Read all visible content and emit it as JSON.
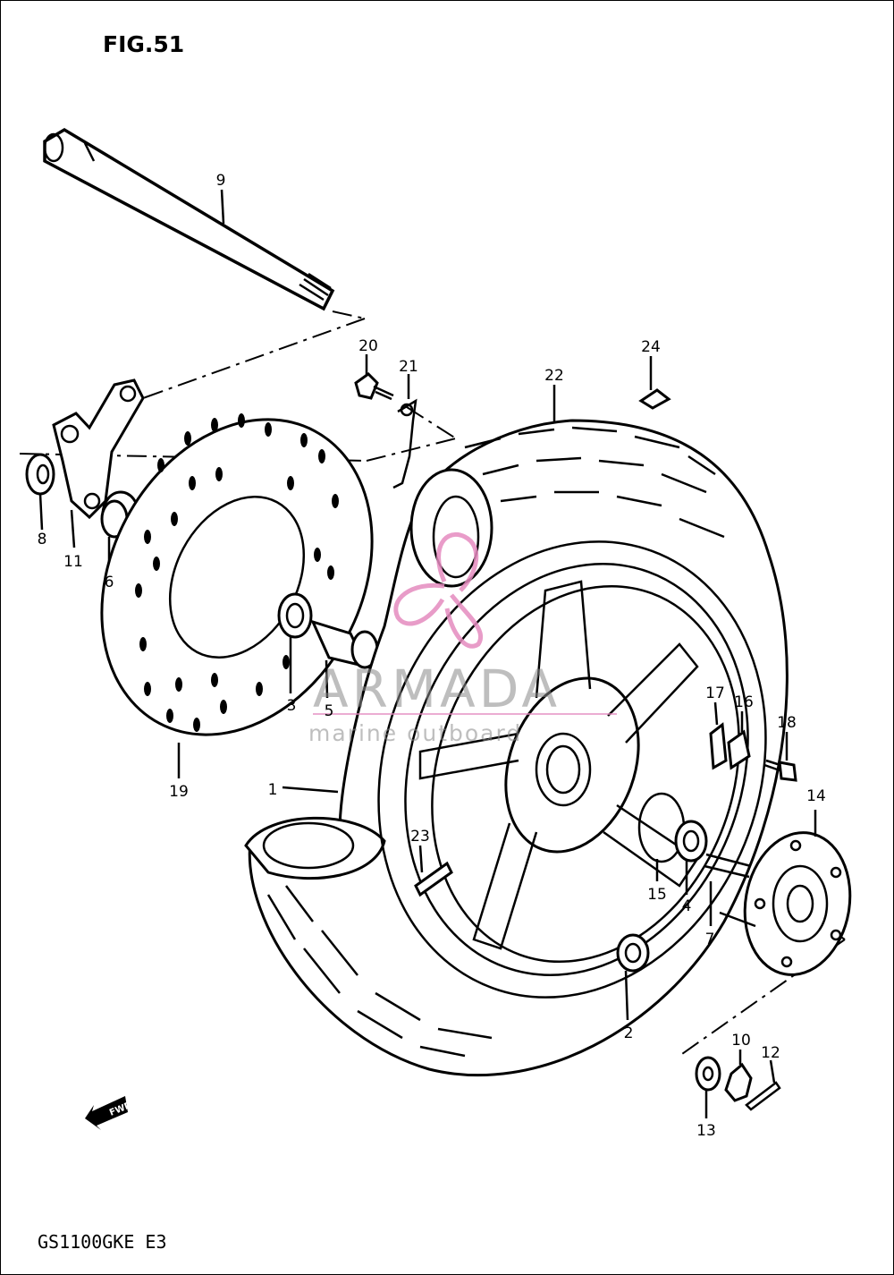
{
  "figure": {
    "title": "FIG.51",
    "model": "GS1100GKE E3"
  },
  "watermark": {
    "brand": "ARMADA",
    "tagline": "marine outboard",
    "accent_color": "#e58bbf"
  },
  "fwd_arrow": {
    "text": "FWD"
  },
  "callouts": [
    "1",
    "2",
    "3",
    "4",
    "5",
    "6",
    "7",
    "8",
    "9",
    "10",
    "11",
    "12",
    "13",
    "14",
    "15",
    "16",
    "17",
    "18",
    "19",
    "20",
    "21",
    "22",
    "23",
    "24"
  ]
}
